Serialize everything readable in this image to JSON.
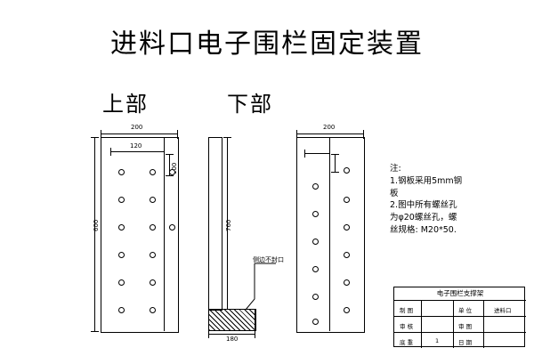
{
  "page": {
    "title": "进料口电子围栏固定装置",
    "background": "#ffffff",
    "line_color": "#000000"
  },
  "labels": {
    "upper": "上部",
    "lower": "下部"
  },
  "upper_view": {
    "dim_width_top": "200",
    "dim_width_inner": "120",
    "dim_offset_vertical": "100",
    "dim_height": "600"
  },
  "side_view": {
    "dim_height": "760",
    "dim_base_width": "180",
    "callout": "侧边不封口"
  },
  "lower_view": {
    "dim_width_top": "200"
  },
  "notes": {
    "heading": "注:",
    "line1": "1.钢板采用5mm钢板",
    "line2": "2.图中所有螺丝孔为φ20螺丝孔，螺丝规格: M20*50."
  },
  "title_block": {
    "header": "电子围栏支撑架",
    "rows": [
      {
        "c1": "制 图",
        "c2": "",
        "c3": "单 位",
        "c4": "进料口"
      },
      {
        "c1": "审 核",
        "c2": "",
        "c3": "审 图",
        "c4": ""
      },
      {
        "c1": "底 重",
        "c2": "1",
        "c3": "日 期",
        "c4": ""
      }
    ]
  }
}
